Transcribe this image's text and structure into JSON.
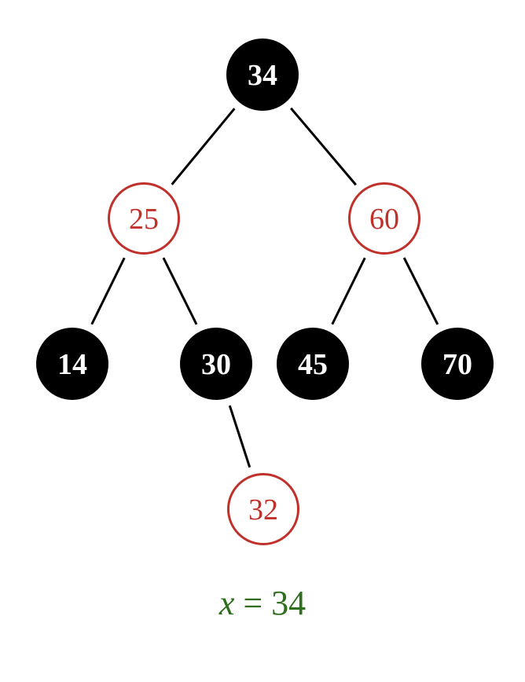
{
  "colors": {
    "black_node": "#000000",
    "black_text": "#ffffff",
    "red_stroke": "#c0312b",
    "red_text": "#c0312b",
    "edge": "#000000",
    "caption": "#2e6e1e"
  },
  "tree": {
    "nodes": [
      {
        "id": "n34",
        "label": "34",
        "color": "black"
      },
      {
        "id": "n25",
        "label": "25",
        "color": "red"
      },
      {
        "id": "n60",
        "label": "60",
        "color": "red"
      },
      {
        "id": "n14",
        "label": "14",
        "color": "black"
      },
      {
        "id": "n30",
        "label": "30",
        "color": "black"
      },
      {
        "id": "n45",
        "label": "45",
        "color": "black"
      },
      {
        "id": "n70",
        "label": "70",
        "color": "black"
      },
      {
        "id": "n32",
        "label": "32",
        "color": "red"
      }
    ],
    "edges": [
      [
        "n34",
        "n25"
      ],
      [
        "n34",
        "n60"
      ],
      [
        "n25",
        "n14"
      ],
      [
        "n25",
        "n30"
      ],
      [
        "n60",
        "n45"
      ],
      [
        "n60",
        "n70"
      ],
      [
        "n30",
        "n32"
      ]
    ]
  },
  "caption": {
    "variable": "x",
    "operator": "=",
    "value": "34"
  }
}
